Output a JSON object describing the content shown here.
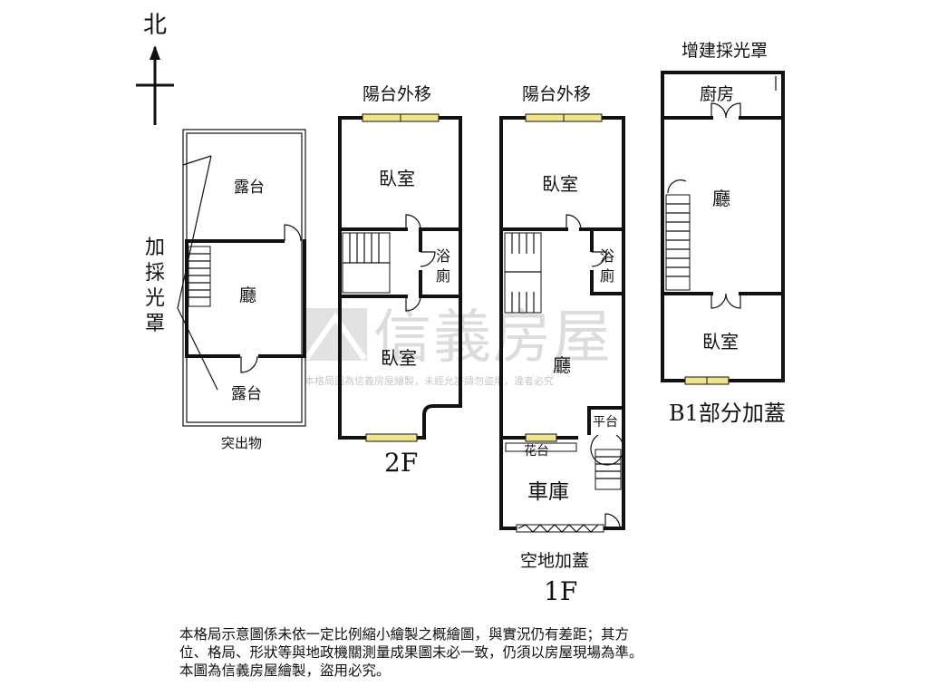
{
  "compass": {
    "north": "北"
  },
  "roof": {
    "terrace_top": "露台",
    "skylight_label": [
      "加",
      "採",
      "光",
      "罩"
    ],
    "hall": "廳",
    "terrace_bottom": "露台",
    "protrusion": "突出物"
  },
  "floor_2f": {
    "title": "2F",
    "balcony_moved": "陽台外移",
    "bedroom_front": "臥室",
    "bath": [
      "浴",
      "廁"
    ],
    "bedroom_back": "臥室"
  },
  "floor_1f": {
    "title": "1F",
    "balcony_moved": "陽台外移",
    "bedroom": "臥室",
    "bath": [
      "浴",
      "廁"
    ],
    "hall": "廳",
    "platform": "平台",
    "flower_bed": "花台",
    "garage": "車庫",
    "open_space_addition": "空地加蓋"
  },
  "floor_b1": {
    "title": "B1部分加蓋",
    "skylight_addition": "增建採光罩",
    "kitchen": "廚房",
    "hall": "廳",
    "bedroom": "臥室"
  },
  "watermark": {
    "brand": "信義房屋",
    "notice": "本格局圖為信義房屋繪製，未經允許請勿盜用，違者必究"
  },
  "notes": [
    "本格局示意圖係未依一定比例縮小繪製之概繪圖，與實況仍有差距；其方",
    "位、格局、形狀等與地政機關測量成果圖未必一致，仍須以房屋現場為準。",
    "本圖為信義房屋繪製，盜用必究。"
  ]
}
